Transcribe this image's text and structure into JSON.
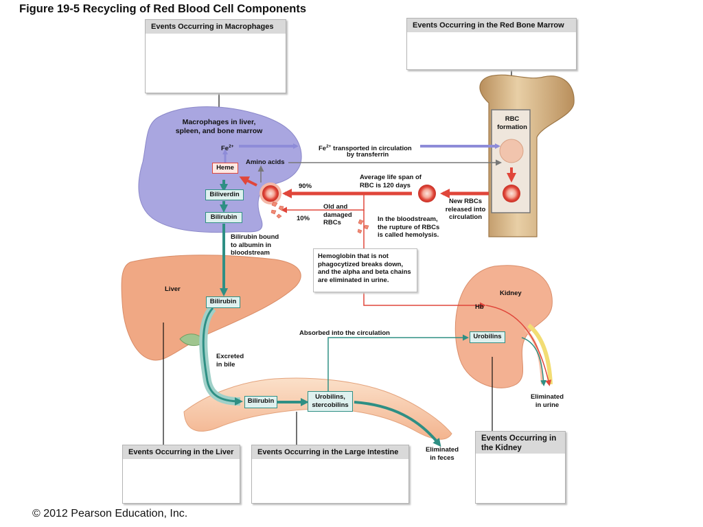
{
  "figure": {
    "title": "Figure 19-5  Recycling of Red Blood Cell Components",
    "copyright": "© 2012 Pearson Education, Inc."
  },
  "boxes": {
    "macrophages": "Events Occurring in Macrophages",
    "bone_marrow": "Events Occurring in the Red Bone Marrow",
    "liver": "Events Occurring in the Liver",
    "large_intestine": "Events Occurring in the Large Intestine",
    "kidney": "Events Occurring in the Kidney"
  },
  "labels": {
    "macrophages_title": "Macrophages in liver,\nspleen, and bone marrow",
    "fe": "Fe",
    "fe_sup": "2+",
    "fe_transport_pre": "Fe",
    "fe_transport_post": " transported in circulation",
    "fe_transport_line2": "by transferrin",
    "amino_acids": "Amino acids",
    "heme": "Heme",
    "biliverdin": "Biliverdin",
    "bilirubin": "Bilirubin",
    "rbc_formation": "RBC\nformation",
    "life_span": "Average life span of\nRBC is 120 days",
    "pct_90": "90%",
    "pct_10": "10%",
    "old_damaged": "Old and\ndamaged\nRBCs",
    "new_rbcs": "New RBCs\nreleased into\ncirculation",
    "hemolysis": "In the bloodstream,\nthe rupture of RBCs\nis called hemolysis.",
    "bilirubin_albumin": "Bilirubin bound\nto albumin in\nbloodstream",
    "hemoglobin_note": "Hemoglobin that is not\nphagocytized breaks down,\nand the alpha and beta chains\nare eliminated in urine.",
    "liver": "Liver",
    "kidney": "Kidney",
    "hb": "Hb",
    "absorbed": "Absorbed into the circulation",
    "urobilins": "Urobilins",
    "excreted_bile": "Excreted\nin bile",
    "urobilins_stercobilins": "Urobilins,\nstercobilins",
    "eliminated_urine": "Eliminated\nin urine",
    "eliminated_feces": "Eliminated\nin feces"
  },
  "colors": {
    "macrophage": "#a9a6e0",
    "iron_arrow": "#8e8cd8",
    "rbc_arrow": "#e0463a",
    "bile_arrow": "#2e8f84",
    "liver": "#f0a884",
    "kidney": "#f3b192",
    "intestine": "#f7c9a8",
    "bone": "#dcb98c"
  }
}
